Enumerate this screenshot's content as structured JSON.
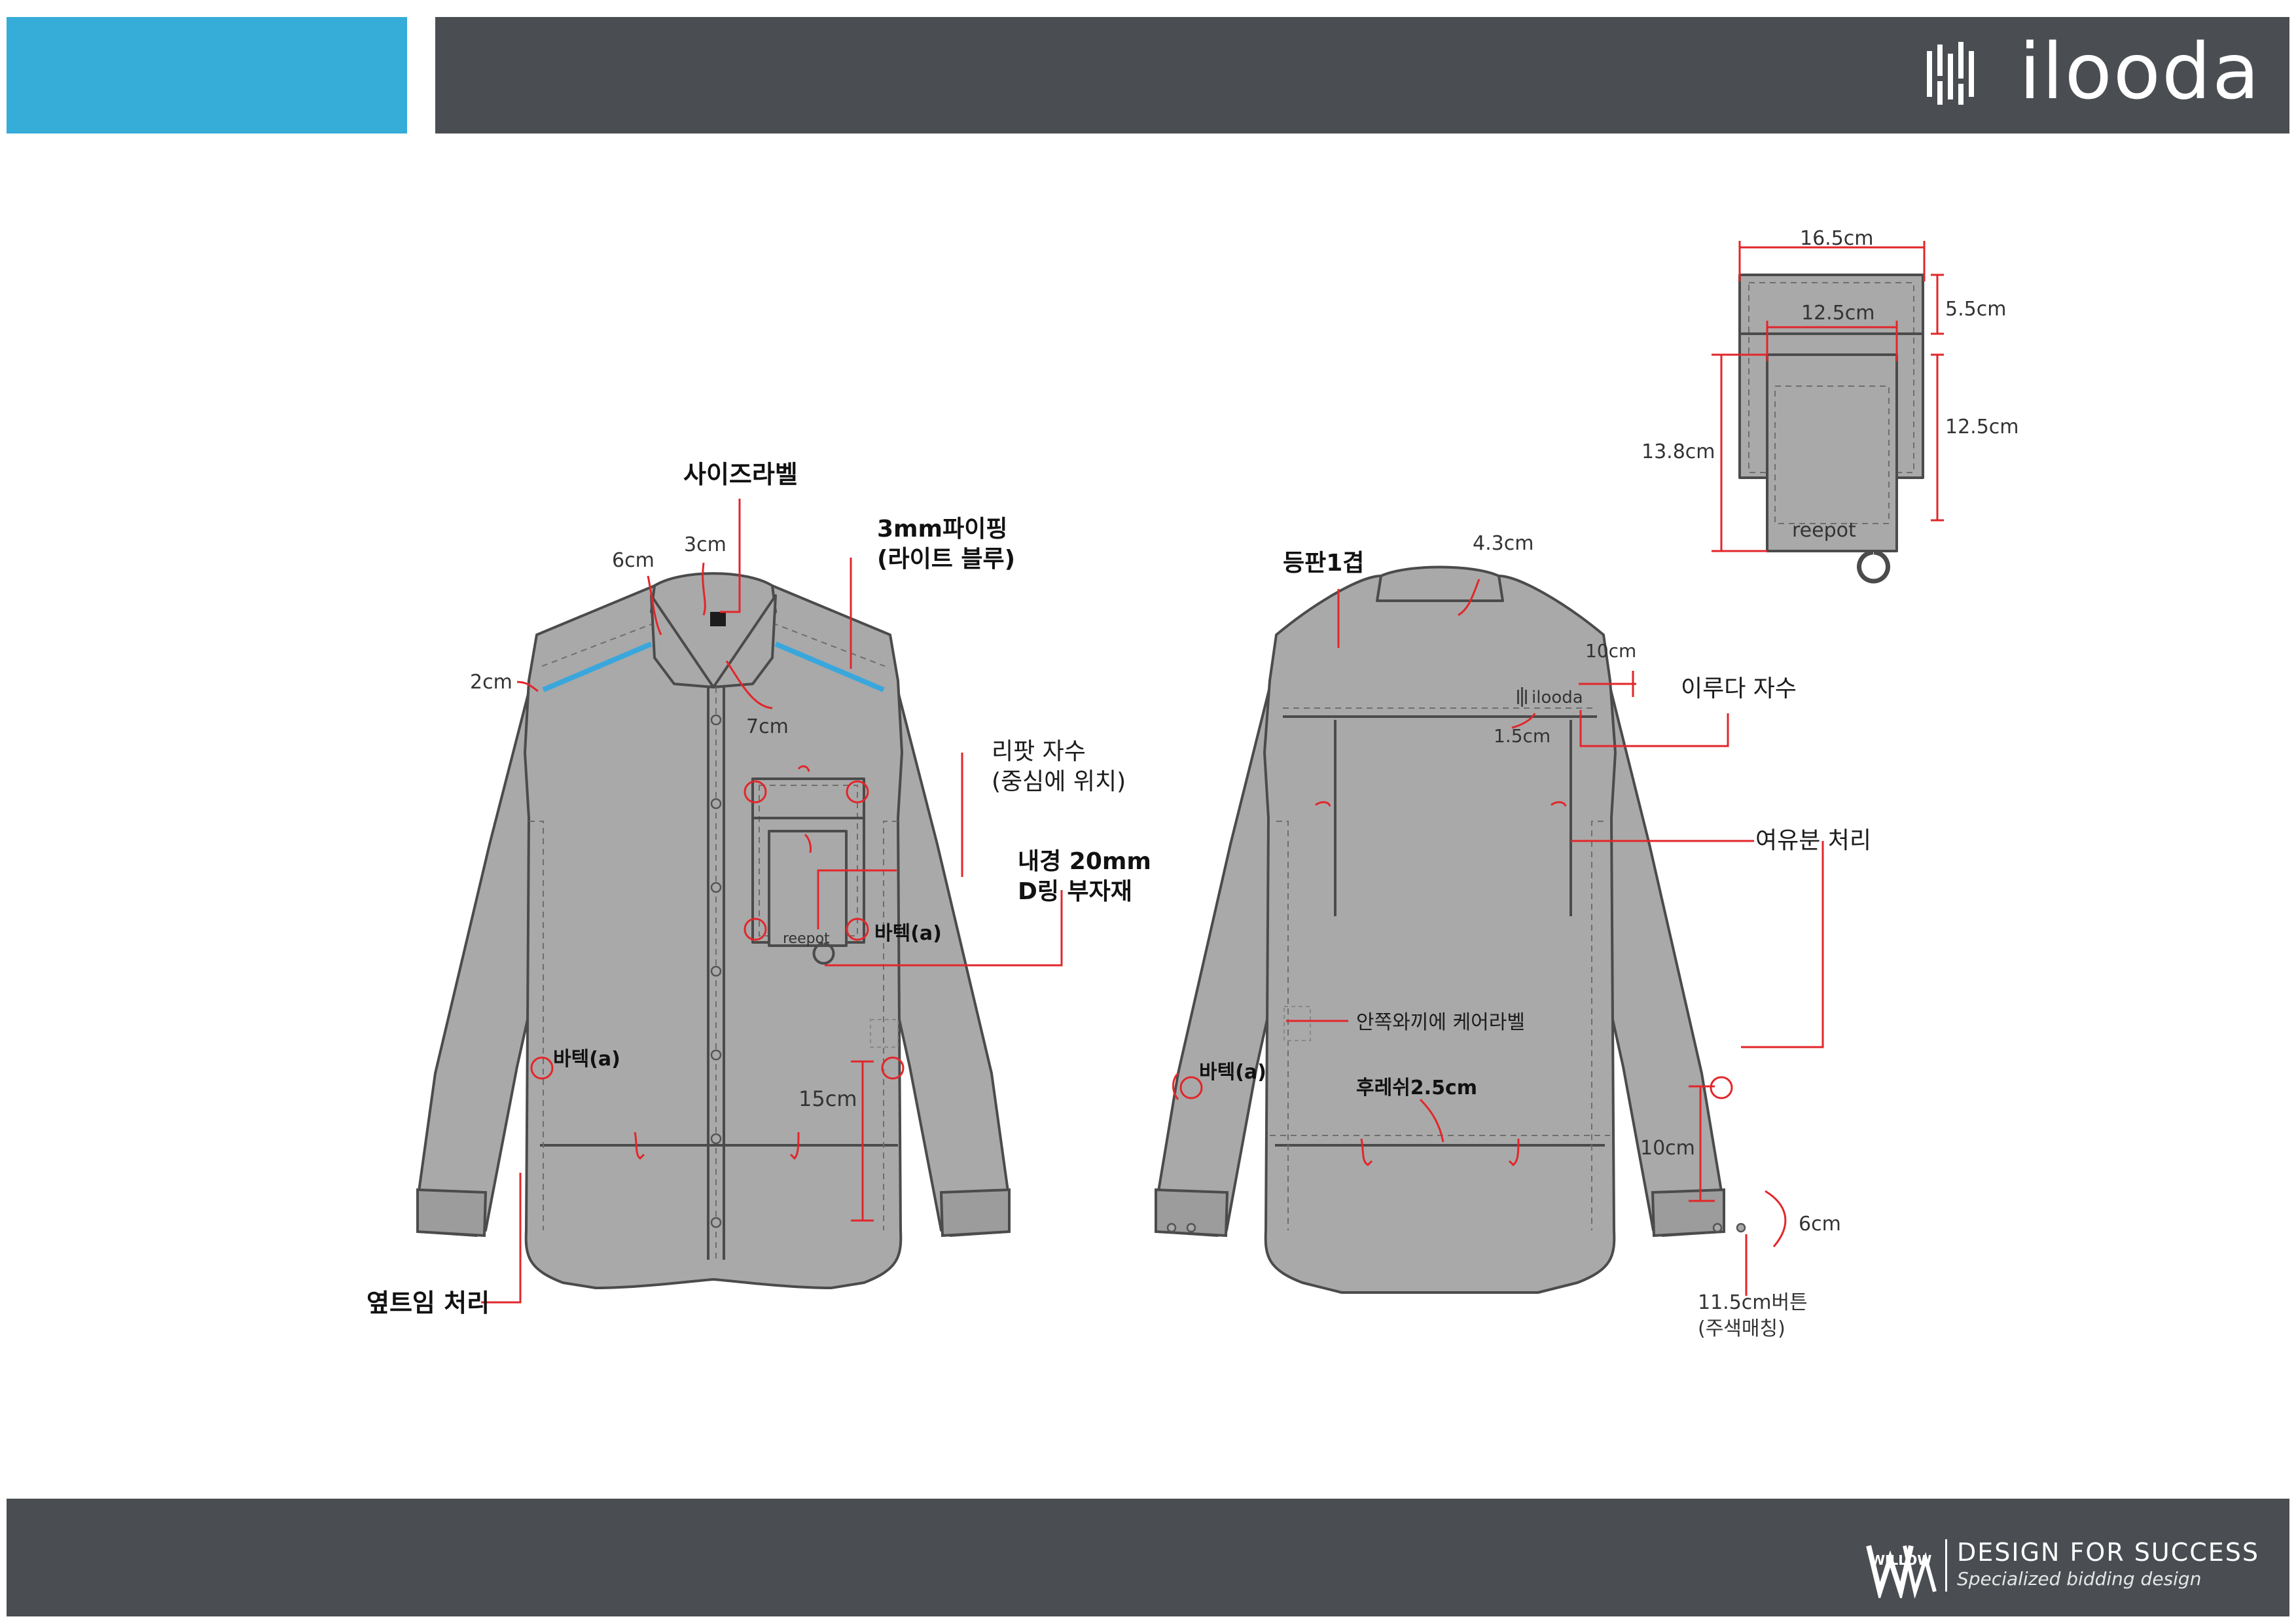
{
  "header": {
    "brand": "ilooda",
    "accent_color": "#36acd9",
    "bar_color": "#4a4e52"
  },
  "footer": {
    "mark": "WILLOW",
    "slogan": "DESIGN FOR SUCCESS",
    "sub": "Specialized bidding design"
  },
  "front": {
    "size_label": "사이즈라벨",
    "piping_1": "3mm파이핑",
    "piping_2": "(라이트 블루)",
    "collar_3": "3cm",
    "collar_6": "6cm",
    "shoulder_2": "2cm",
    "collar_7": "7cm",
    "patch_emb_1": "리팟 자수",
    "patch_emb_2": "(중심에 위치)",
    "dring_1": "내경 20mm",
    "dring_2": "D링 부자재",
    "bartack_pocket": "바텍(a)",
    "bartack_side": "바텍(a)",
    "hem_15": "15cm",
    "side_slit": "옆트임 처리",
    "pocket_logo": "reepot"
  },
  "back": {
    "back_yoke": "등판1겹",
    "collar_43": "4.3cm",
    "logo_10": "10cm",
    "logo_emb": "이루다 자수",
    "logo_15": "1.5cm",
    "logo_text": "ilooda",
    "ease": "여유분 처리",
    "care_label": "안쪽와끼에 케어라벨",
    "bartack": "바텍(a)",
    "back_hem": "후레쉬2.5cm",
    "sleeve_10": "10cm",
    "cuff_6": "6cm",
    "button_1": "11.5cm버튼",
    "button_2": "(주색매칭)"
  },
  "pocket_detail": {
    "w_165": "16.5cm",
    "w_125": "12.5cm",
    "h_55": "5.5cm",
    "h_125": "12.5cm",
    "h_138": "13.8cm",
    "logo": "reepot"
  },
  "colors": {
    "garment": "#a9a9a9",
    "outline": "#4b4b4b",
    "annotation": "#e2262a",
    "piping": "#3aa7dc"
  }
}
